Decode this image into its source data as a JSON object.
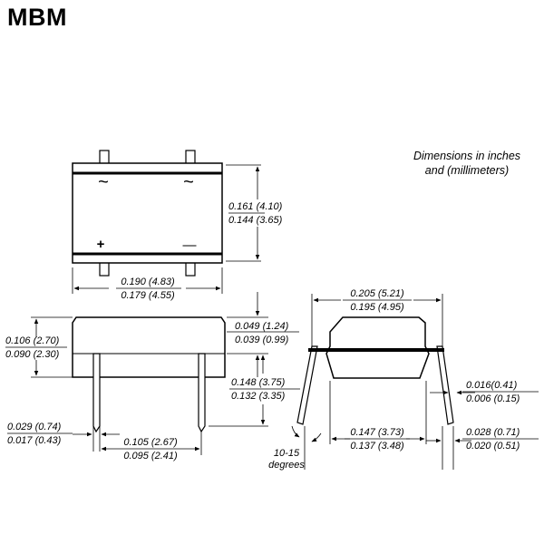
{
  "title": "MBM",
  "note": [
    "Dimensions in inches",
    "and (millimeters)"
  ],
  "symbols": {
    "ac": "~",
    "plus": "+",
    "minus": "—"
  },
  "dims": {
    "top_height": {
      "max": "0.161 (4.10)",
      "min": "0.144 (3.65)"
    },
    "top_width": {
      "max": "0.190 (4.83)",
      "min": "0.179 (4.55)"
    },
    "body_height": {
      "max": "0.106 (2.70)",
      "min": "0.090 (2.30)"
    },
    "standoff": {
      "max": "0.049 (1.24)",
      "min": "0.039 (0.99)"
    },
    "lead_length": {
      "max": "0.148 (3.75)",
      "min": "0.132 (3.35)"
    },
    "lead_width": {
      "max": "0.029 (0.74)",
      "min": "0.017 (0.43)"
    },
    "pitch": {
      "max": "0.105 (2.67)",
      "min": "0.095 (2.41)"
    },
    "end_width": {
      "max": "0.205 (5.21)",
      "min": "0.195 (4.95)"
    },
    "lead_thickness": {
      "max": "0.016(0.41)",
      "min": "0.006 (0.15)"
    },
    "inner_span": {
      "max": "0.147 (3.73)",
      "min": "0.137 (3.48)"
    },
    "foot_width": {
      "max": "0.028 (0.71)",
      "min": "0.020 (0.51)"
    },
    "angle": [
      "10-15",
      "degrees"
    ]
  }
}
